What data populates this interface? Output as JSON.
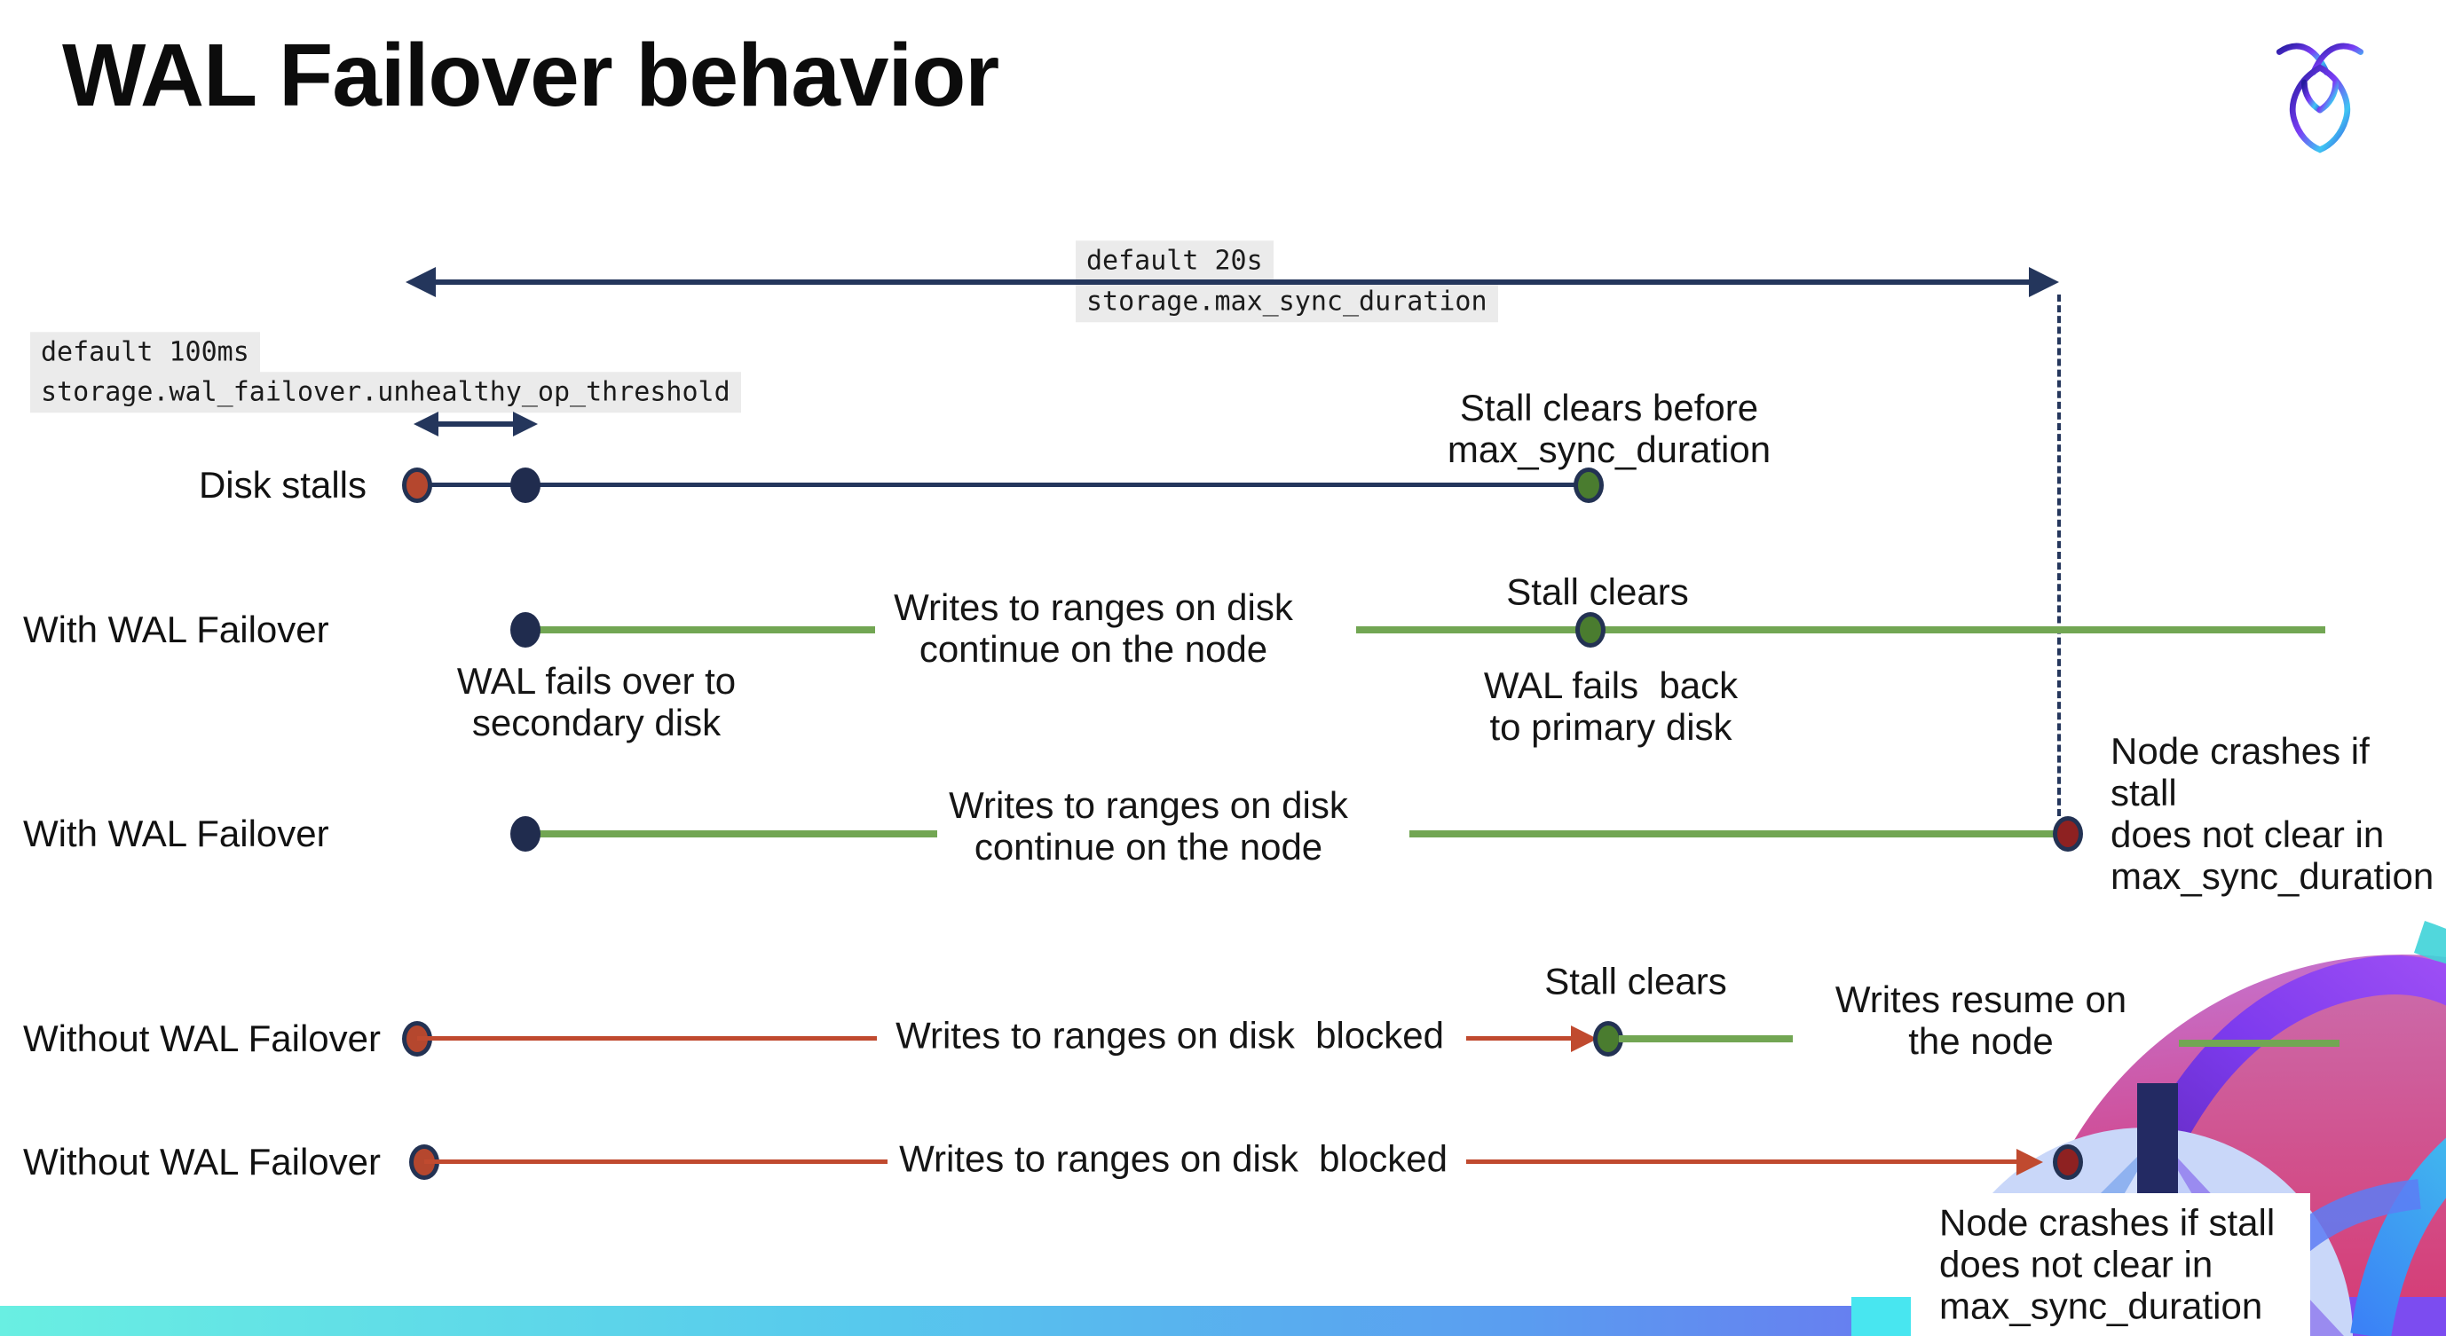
{
  "title": "WAL Failover behavior",
  "config": {
    "max_sync": {
      "default": "default 20s",
      "setting": "storage.max_sync_duration"
    },
    "threshold": {
      "default": "default 100ms",
      "setting": "storage.wal_failover.unhealthy_op_threshold"
    }
  },
  "rows": [
    {
      "label": "Disk stalls",
      "note": "Stall clears before\nmax_sync_duration"
    },
    {
      "label": "With WAL Failover",
      "writes": "Writes to ranges on disk\ncontinue on the node",
      "stall": "Stall clears",
      "failover": "WAL fails over to\nsecondary disk",
      "failback": "WAL fails  back\nto primary disk"
    },
    {
      "label": "With WAL Failover",
      "writes": "Writes to ranges on disk\ncontinue on the node",
      "crash": "Node crashes if stall\ndoes not clear in\nmax_sync_duration"
    },
    {
      "label": "Without WAL Failover",
      "writes": "Writes to ranges on disk  blocked",
      "stall": "Stall clears",
      "resume": "Writes resume on\nthe node"
    },
    {
      "label": "Without WAL Failover",
      "writes": "Writes to ranges on disk  blocked",
      "crash": "Node crashes if stall\ndoes not clear in\nmax_sync_duration"
    }
  ],
  "colors": {
    "navy": "#24365c",
    "green": "#72a653",
    "red": "#c04a2f",
    "dark_red": "#8e2121",
    "chip_bg": "#ebebeb",
    "footer_left": "#69efe2",
    "footer_right": "#8455ee"
  },
  "icons": {
    "logo": "cockroachdb-logo",
    "art": "cockroach-brand-art"
  }
}
